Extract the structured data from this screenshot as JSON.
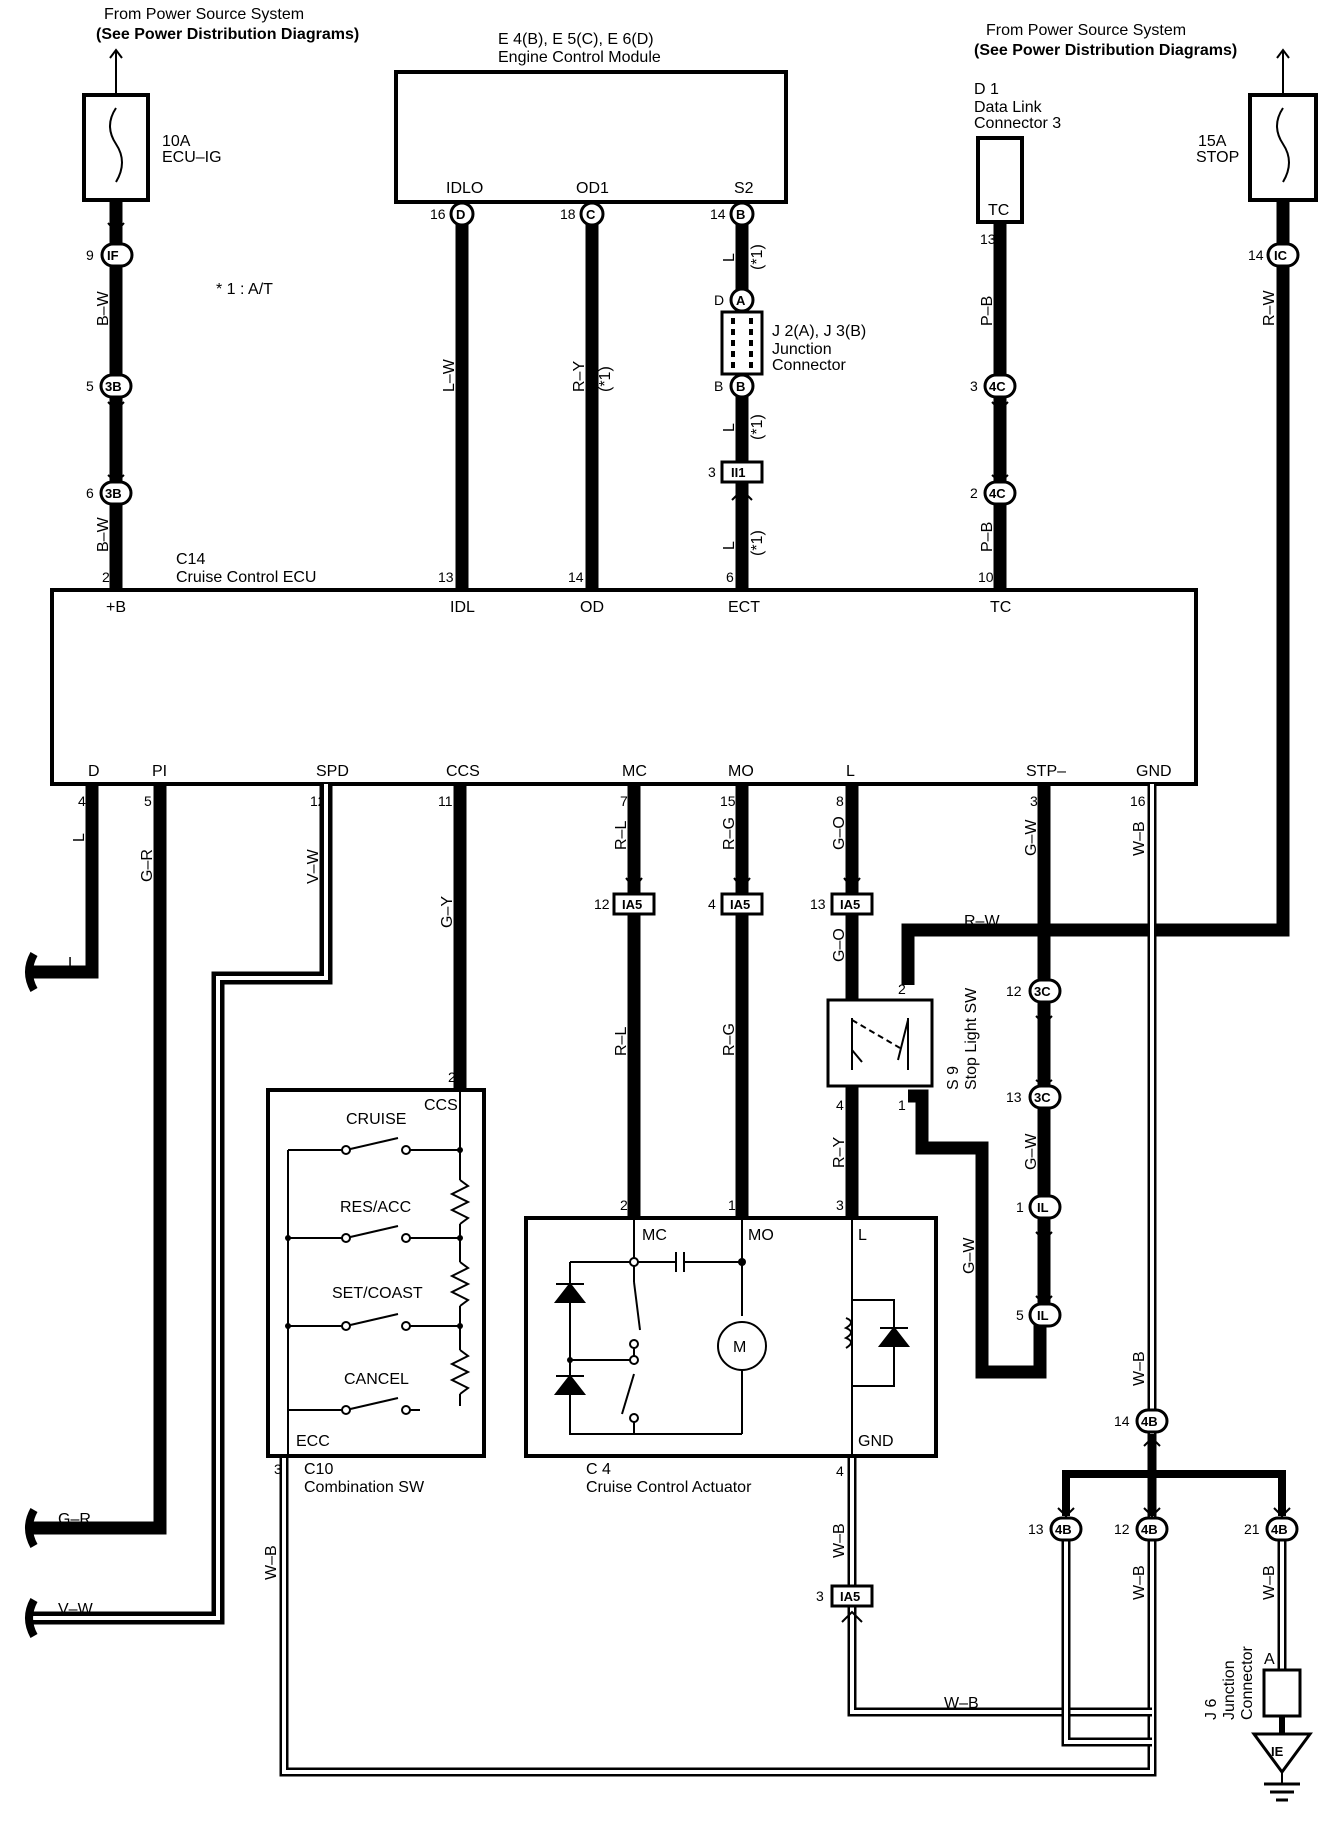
{
  "power_source": {
    "left": {
      "line1": "From Power Source System",
      "line2": "(See Power Distribution Diagrams)"
    },
    "right": {
      "line1": "From Power Source System",
      "line2": "(See Power Distribution Diagrams)"
    }
  },
  "fuses": {
    "ecu_ig": {
      "rating": "10A",
      "name": "ECU–IG"
    },
    "stop": {
      "rating": "15A",
      "name": "STOP"
    }
  },
  "note": "* 1 : A/T",
  "ecm": {
    "title1": "E 4(B), E 5(C), E 6(D)",
    "title2": "Engine Control Module",
    "terminals": [
      {
        "name": "IDLO",
        "pin": "16",
        "conn": "D"
      },
      {
        "name": "OD1",
        "pin": "18",
        "conn": "C"
      },
      {
        "name": "S2",
        "pin": "14",
        "conn": "B"
      }
    ]
  },
  "dlc": {
    "id": "D 1",
    "name1": "Data Link",
    "name2": "Connector 3",
    "terminal": "TC",
    "pin": "13"
  },
  "junction_j2": {
    "title1": "J 2(A), J 3(B)",
    "title2": "Junction",
    "title3": "Connector",
    "top_letter_left": "D",
    "top_conn": "A",
    "bottom_letter_left": "B",
    "bottom_conn": "B"
  },
  "connectors": {
    "IF": {
      "pin": "9",
      "label": "IF"
    },
    "3B_a": {
      "pin": "5",
      "label": "3B"
    },
    "3B_b": {
      "pin": "6",
      "label": "3B"
    },
    "II1": {
      "pin": "3",
      "label": "II1"
    },
    "4C_a": {
      "pin": "3",
      "label": "4C"
    },
    "4C_b": {
      "pin": "2",
      "label": "4C"
    },
    "IC": {
      "pin": "14",
      "label": "IC"
    },
    "IA5_a": {
      "pin": "12",
      "label": "IA5"
    },
    "IA5_b": {
      "pin": "4",
      "label": "IA5"
    },
    "IA5_c": {
      "pin": "13",
      "label": "IA5"
    },
    "IA5_d": {
      "pin": "3",
      "label": "IA5"
    },
    "3C_a": {
      "pin": "12",
      "label": "3C"
    },
    "3C_b": {
      "pin": "13",
      "label": "3C"
    },
    "IL_a": {
      "pin": "1",
      "label": "IL"
    },
    "IL_b": {
      "pin": "5",
      "label": "IL"
    },
    "4B_a": {
      "pin": "14",
      "label": "4B"
    },
    "4B_b": {
      "pin": "13",
      "label": "4B"
    },
    "4B_c": {
      "pin": "12",
      "label": "4B"
    },
    "4B_d": {
      "pin": "21",
      "label": "4B"
    }
  },
  "ecu": {
    "id": "C14",
    "name": "Cruise Control ECU",
    "top_terminals": [
      {
        "name": "+B",
        "pin": "2"
      },
      {
        "name": "IDL",
        "pin": "13"
      },
      {
        "name": "OD",
        "pin": "14"
      },
      {
        "name": "ECT",
        "pin": "6"
      },
      {
        "name": "TC",
        "pin": "10"
      }
    ],
    "bottom_terminals": [
      {
        "name": "D",
        "pin": "4"
      },
      {
        "name": "PI",
        "pin": "5"
      },
      {
        "name": "SPD",
        "pin": "12"
      },
      {
        "name": "CCS",
        "pin": "11"
      },
      {
        "name": "MC",
        "pin": "7"
      },
      {
        "name": "MO",
        "pin": "15"
      },
      {
        "name": "L",
        "pin": "8"
      },
      {
        "name": "STP–",
        "pin": "3"
      },
      {
        "name": "GND",
        "pin": "16"
      }
    ]
  },
  "wire_colors": {
    "bw1": "B–W",
    "bw2": "B–W",
    "lw": "L–W",
    "ry": "R–Y",
    "ry_note": "(*1)",
    "l1": "L",
    "l1n": "(*1)",
    "l2": "L",
    "l2n": "(*1)",
    "l3": "L",
    "l3n": "(*1)",
    "pb1": "P–B",
    "pb2": "P–B",
    "rw1": "R–W",
    "rw2": "R–W",
    "d_l1": "L",
    "d_l2": "L",
    "gr1": "G–R",
    "gr2": "G–R",
    "vw1": "V–W",
    "vw2": "V–W",
    "gy": "G–Y",
    "rl1": "R–L",
    "rl2": "R–L",
    "rg1": "R–G",
    "rg2": "R–G",
    "go1": "G–O",
    "go2": "G–O",
    "gw1": "G–W",
    "gw2": "G–W",
    "gw3": "G–W",
    "wb1": "W–B",
    "wb2": "W–B",
    "wb3": "W–B",
    "wb4": "W–B",
    "wb5": "W–B",
    "wb6": "W–B",
    "wb7": "W–B",
    "ry2": "R–Y"
  },
  "combo_sw": {
    "id": "C10",
    "name": "Combination SW",
    "pin_top": "2",
    "pin_bottom": "3",
    "term_top": "CCS",
    "term_bottom": "ECC",
    "switches": [
      "CRUISE",
      "RES/ACC",
      "SET/COAST",
      "CANCEL"
    ]
  },
  "actuator": {
    "id": "C 4",
    "name": "Cruise Control Actuator",
    "terminals": [
      {
        "name": "MC",
        "pin": "2"
      },
      {
        "name": "MO",
        "pin": "1"
      },
      {
        "name": "L",
        "pin": "3"
      },
      {
        "name": "GND",
        "pin": "4"
      }
    ],
    "motor": "M"
  },
  "stop_light_sw": {
    "id": "S 9",
    "name": "Stop Light SW",
    "pins": [
      "2",
      "4",
      "1"
    ]
  },
  "junction_j6": {
    "id": "J 6",
    "name1": "Junction",
    "name2": "Connector",
    "letter": "A",
    "ground": "IE"
  }
}
